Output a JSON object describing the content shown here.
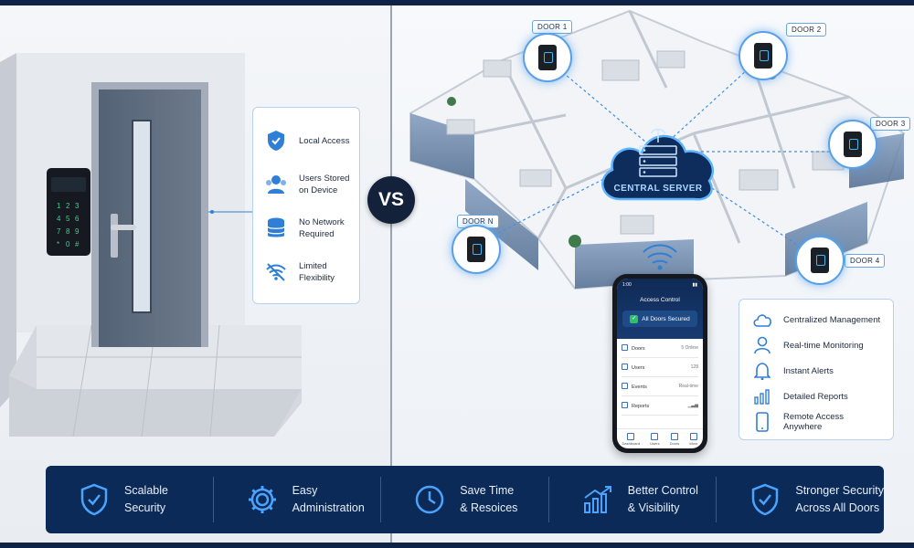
{
  "vs_label": "VS",
  "local_features": [
    {
      "icon": "shield-check-icon",
      "label": "Local Access"
    },
    {
      "icon": "users-icon",
      "label": "Users Stored\non Device"
    },
    {
      "icon": "database-icon",
      "label": "No Network\nRequired"
    },
    {
      "icon": "wifi-off-icon",
      "label": "Limited\nFlexibility"
    }
  ],
  "doors": [
    {
      "label": "DOOR 1"
    },
    {
      "label": "DOOR 2"
    },
    {
      "label": "DOOR 3"
    },
    {
      "label": "DOOR 4"
    },
    {
      "label": "DOOR N"
    }
  ],
  "server_label": "CENTRAL SERVER",
  "phone": {
    "status_time": "1:00",
    "title": "Access Control",
    "secured": "All Doors Secured",
    "rows": [
      {
        "label": "Doors",
        "value": "5 Online"
      },
      {
        "label": "Users",
        "value": "128"
      },
      {
        "label": "Events",
        "value": "Real-time"
      },
      {
        "label": "Reports",
        "value": ""
      }
    ],
    "nav": [
      "Dashboard",
      "Users",
      "Doors",
      "More"
    ]
  },
  "cloud_features": [
    {
      "icon": "cloud-icon",
      "label": "Centralized Management"
    },
    {
      "icon": "user-icon",
      "label": "Real-time Monitoring"
    },
    {
      "icon": "bell-icon",
      "label": "Instant Alerts"
    },
    {
      "icon": "bar-chart-icon",
      "label": "Detailed Reports"
    },
    {
      "icon": "smartphone-icon",
      "label": "Remote Access Anywhere"
    }
  ],
  "benefits": [
    {
      "icon": "shield-check-icon",
      "label": "Scalable\nSecurity"
    },
    {
      "icon": "gear-icon",
      "label": "Easy\nAdministration"
    },
    {
      "icon": "clock-icon",
      "label": "Save Time\n& Resoices"
    },
    {
      "icon": "growth-chart-icon",
      "label": "Better Control\n& Visibility"
    },
    {
      "icon": "shield-check-icon",
      "label": "Stronger Security\nAcross All Doors"
    }
  ],
  "colors": {
    "navy": "#0c2a57",
    "accent": "#2f7fd6",
    "glow": "#5aa0e6"
  }
}
